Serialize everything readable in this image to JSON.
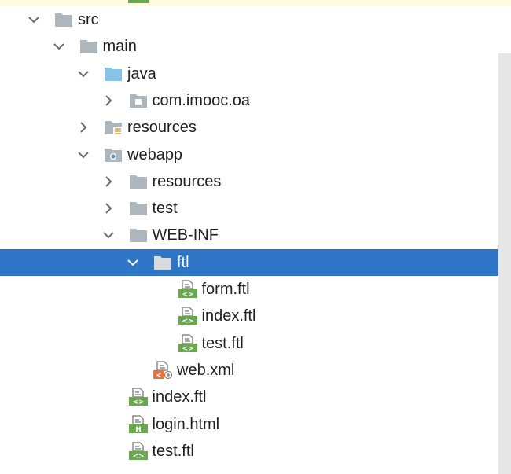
{
  "tree": {
    "items": [
      {
        "label": "src",
        "depth": 0,
        "type": "folder",
        "expanded": true
      },
      {
        "label": "main",
        "depth": 1,
        "type": "folder",
        "expanded": true
      },
      {
        "label": "java",
        "depth": 2,
        "type": "source-folder",
        "expanded": true
      },
      {
        "label": "com.imooc.oa",
        "depth": 3,
        "type": "package",
        "expanded": false
      },
      {
        "label": "resources",
        "depth": 2,
        "type": "resources-folder",
        "expanded": false
      },
      {
        "label": "webapp",
        "depth": 2,
        "type": "web-folder",
        "expanded": true
      },
      {
        "label": "resources",
        "depth": 3,
        "type": "folder",
        "expanded": false
      },
      {
        "label": "test",
        "depth": 3,
        "type": "folder",
        "expanded": false
      },
      {
        "label": "WEB-INF",
        "depth": 3,
        "type": "folder",
        "expanded": true
      },
      {
        "label": "ftl",
        "depth": 4,
        "type": "folder",
        "expanded": true,
        "selected": true
      },
      {
        "label": "form.ftl",
        "depth": 5,
        "type": "ftl-file"
      },
      {
        "label": "index.ftl",
        "depth": 5,
        "type": "ftl-file"
      },
      {
        "label": "test.ftl",
        "depth": 5,
        "type": "ftl-file"
      },
      {
        "label": "web.xml",
        "depth": 4,
        "type": "xml-file"
      },
      {
        "label": "index.ftl",
        "depth": 3,
        "type": "ftl-file"
      },
      {
        "label": "login.html",
        "depth": 3,
        "type": "html-file"
      },
      {
        "label": "test.ftl",
        "depth": 3,
        "type": "ftl-file"
      }
    ]
  },
  "icons": {
    "chevron-expanded": "chevron-down-icon",
    "chevron-collapsed": "chevron-right-icon",
    "folder": "folder-icon",
    "source-folder": "source-folder-icon",
    "package": "package-icon",
    "resources-folder": "resources-folder-icon",
    "web-folder": "web-folder-icon",
    "ftl-file": "ftl-file-icon",
    "xml-file": "xml-file-icon",
    "html-file": "html-file-icon"
  },
  "colors": {
    "selection": "#2f75c6",
    "folder": "#aeb6bd",
    "source_folder": "#87c4e8",
    "file_green": "#6aa84f",
    "xml_orange": "#e8743b",
    "text": "#1f1f1f",
    "highlight_strip": "#fffbe1"
  }
}
